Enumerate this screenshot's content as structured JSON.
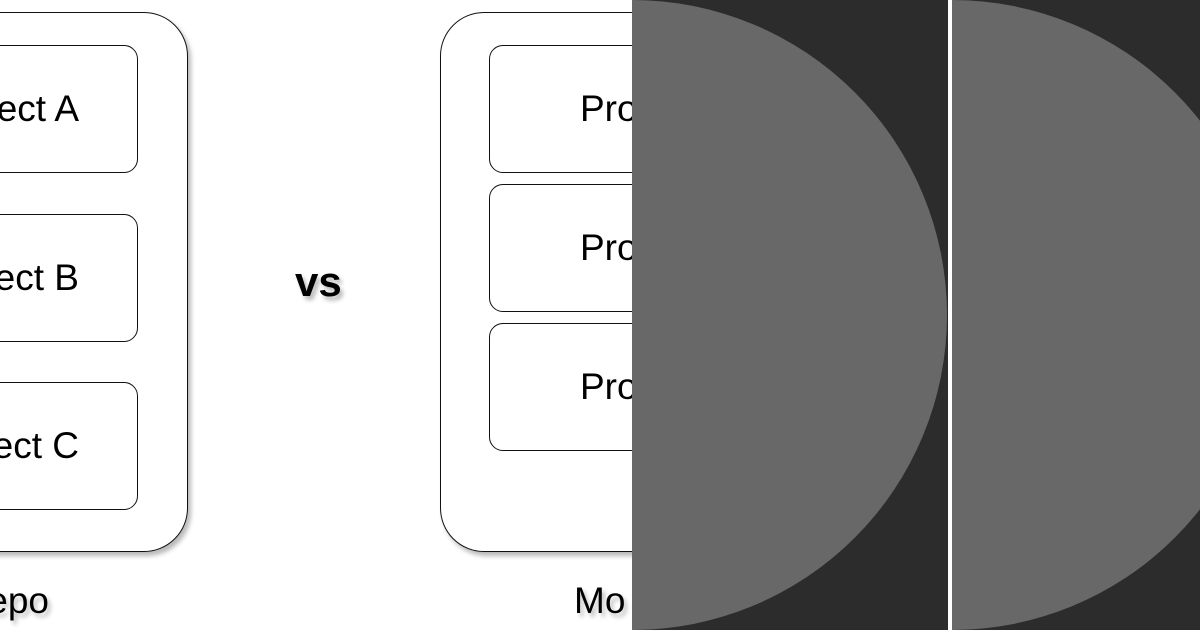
{
  "left_repo": {
    "projects": [
      "ect A",
      "ect B",
      "ect C"
    ],
    "caption": "epo"
  },
  "vs_label": "vs",
  "right_repo": {
    "projects": [
      "Pro",
      "Pro",
      "Pro"
    ],
    "caption": "Mo"
  },
  "colors": {
    "overlay_background": "#2c2c2c",
    "overlay_circle": "#686868",
    "box_border": "#111111"
  }
}
